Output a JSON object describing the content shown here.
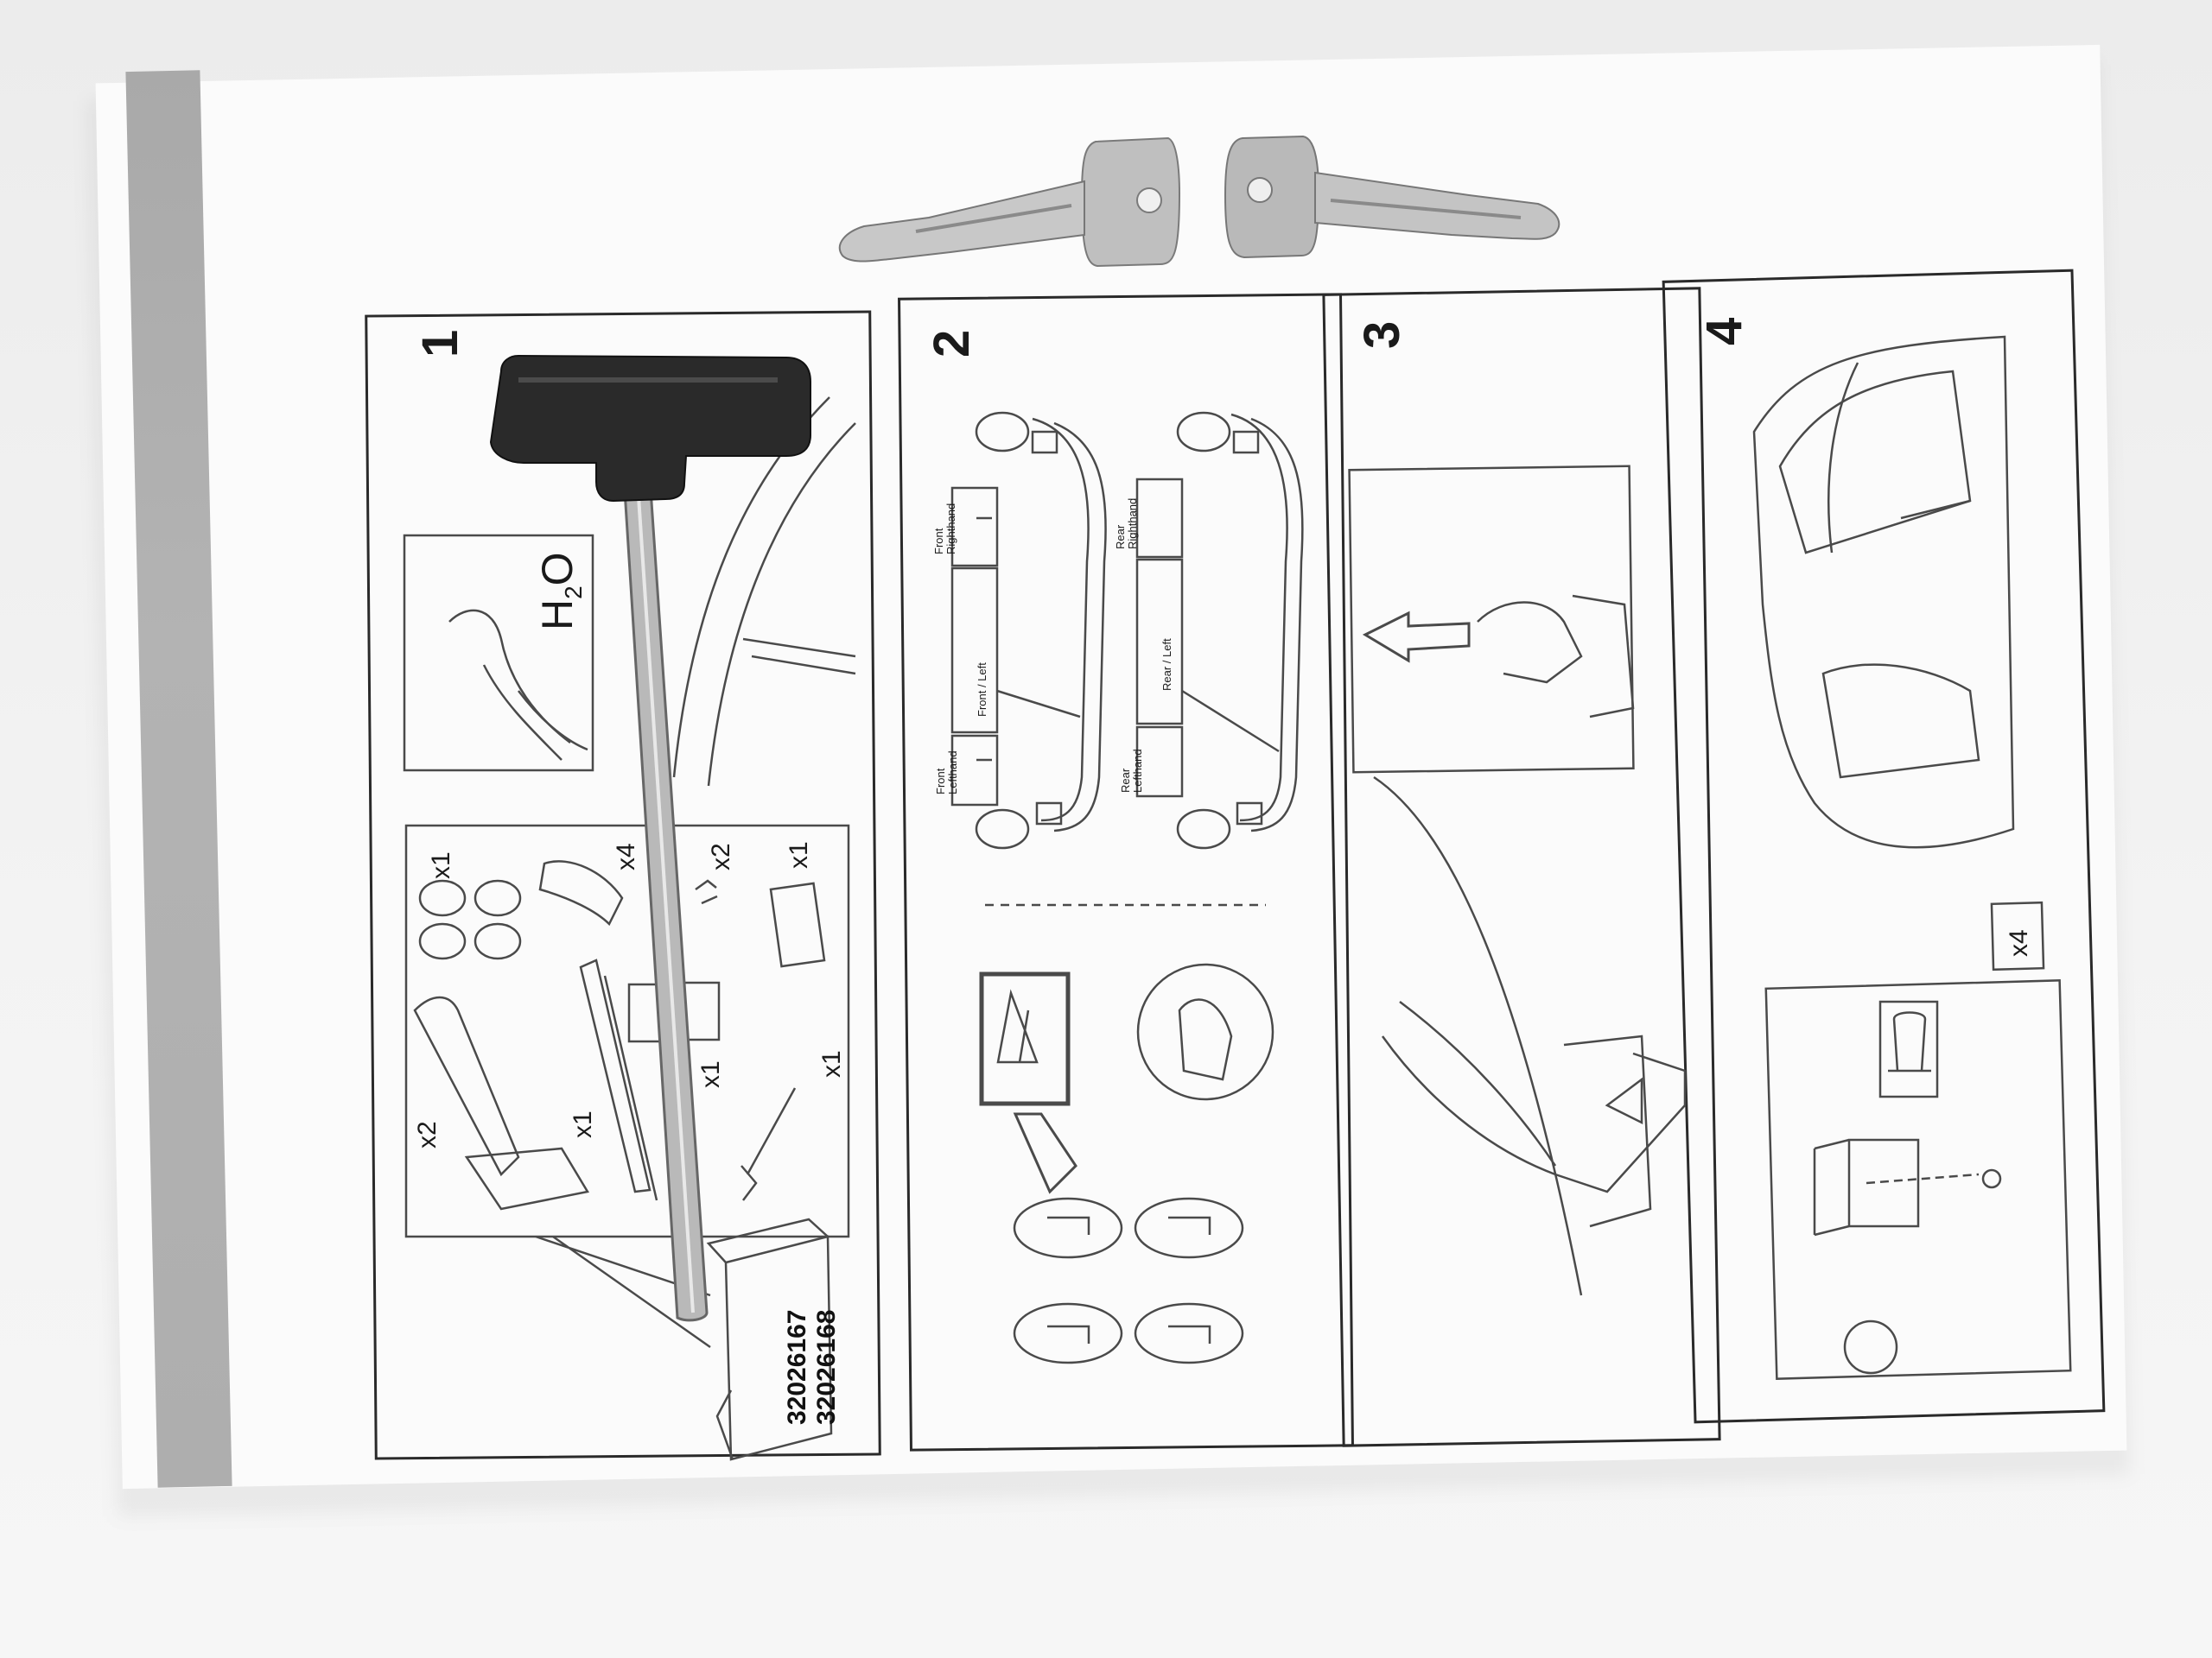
{
  "sheet": {
    "steps": [
      "1",
      "2",
      "3",
      "4"
    ],
    "step1": {
      "symbol_main": "H",
      "symbol_sub": "2",
      "symbol_end": "O",
      "quantities": [
        "x1",
        "x4",
        "x2",
        "x1",
        "x2",
        "x1",
        "x1",
        "x1"
      ],
      "part_numbers": [
        "32026167",
        "32026168"
      ]
    },
    "step2": {
      "labels": [
        "Front Righthand",
        "Front / Left",
        "Front Lefthand",
        "Rear Righthand",
        "Rear / Left",
        "Rear Lefthand"
      ]
    },
    "step4": {
      "quantity": "x4"
    }
  }
}
